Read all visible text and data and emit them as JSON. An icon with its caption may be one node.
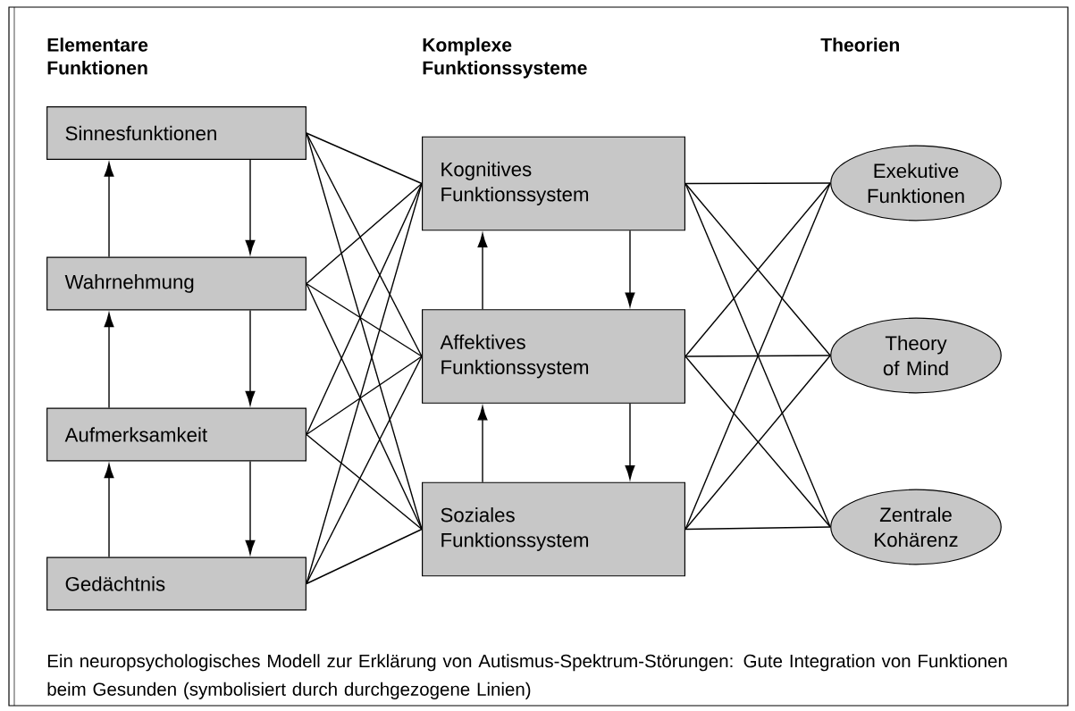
{
  "diagram": {
    "caption": "Ein neuropsychologisches Modell zur Erklärung von Autismus-Spektrum-Störungen: Gute Integration von Funktionen beim Gesunden (symbolisiert durch durchgezogene Linien)",
    "nodes": [
      {
        "text": [
          "Sinnesfunktionen"
        ]
      },
      {
        "text": [
          "Wahrnehmung"
        ]
      },
      {
        "text": [
          "Aufmerksamkeit"
        ]
      },
      {
        "text": [
          "Gedächtnis"
        ]
      },
      {
        "text": [
          "Kognitives Funktionssystem"
        ]
      },
      {
        "text": [
          "Affektives Funktionssystem"
        ]
      },
      {
        "text": [
          "Soziales Funktionssystem"
        ]
      },
      {
        "text": [
          "Exekutive Funktionen"
        ]
      },
      {
        "text": [
          "Theory of Mind"
        ]
      },
      {
        "text": [
          "Zentrale Kohärenz"
        ]
      }
    ],
    "edges": [
      {
        "from": 0,
        "to": 1,
        "arrow": "to"
      },
      {
        "from": 1,
        "to": 0,
        "arrow": "to"
      },
      {
        "from": 1,
        "to": 2,
        "arrow": "to"
      },
      {
        "from": 2,
        "to": 1,
        "arrow": "to"
      },
      {
        "from": 2,
        "to": 3,
        "arrow": "to"
      },
      {
        "from": 3,
        "to": 2,
        "arrow": "to"
      },
      {
        "from": 4,
        "to": 5,
        "arrow": "to"
      },
      {
        "from": 5,
        "to": 4,
        "arrow": "to"
      },
      {
        "from": 5,
        "to": 6,
        "arrow": "to"
      },
      {
        "from": 6,
        "to": 5,
        "arrow": "to"
      },
      {
        "from": 0,
        "to": 4,
        "arrow": "none"
      },
      {
        "from": 0,
        "to": 5,
        "arrow": "none"
      },
      {
        "from": 0,
        "to": 6,
        "arrow": "none"
      },
      {
        "from": 1,
        "to": 4,
        "arrow": "none"
      },
      {
        "from": 1,
        "to": 5,
        "arrow": "none"
      },
      {
        "from": 1,
        "to": 6,
        "arrow": "none"
      },
      {
        "from": 2,
        "to": 4,
        "arrow": "none"
      },
      {
        "from": 2,
        "to": 5,
        "arrow": "none"
      },
      {
        "from": 2,
        "to": 6,
        "arrow": "none"
      },
      {
        "from": 3,
        "to": 4,
        "arrow": "none"
      },
      {
        "from": 3,
        "to": 5,
        "arrow": "none"
      },
      {
        "from": 3,
        "to": 6,
        "arrow": "none"
      },
      {
        "from": 4,
        "to": 7,
        "arrow": "none"
      },
      {
        "from": 4,
        "to": 8,
        "arrow": "none"
      },
      {
        "from": 4,
        "to": 9,
        "arrow": "none"
      },
      {
        "from": 5,
        "to": 7,
        "arrow": "none"
      },
      {
        "from": 5,
        "to": 8,
        "arrow": "none"
      },
      {
        "from": 5,
        "to": 9,
        "arrow": "none"
      },
      {
        "from": 6,
        "to": 7,
        "arrow": "none"
      },
      {
        "from": 6,
        "to": 8,
        "arrow": "none"
      },
      {
        "from": 6,
        "to": 9,
        "arrow": "none"
      }
    ],
    "labels": [
      "Elementare Funktionen",
      "Komplexe Funktionssysteme",
      "Theorien"
    ]
  }
}
